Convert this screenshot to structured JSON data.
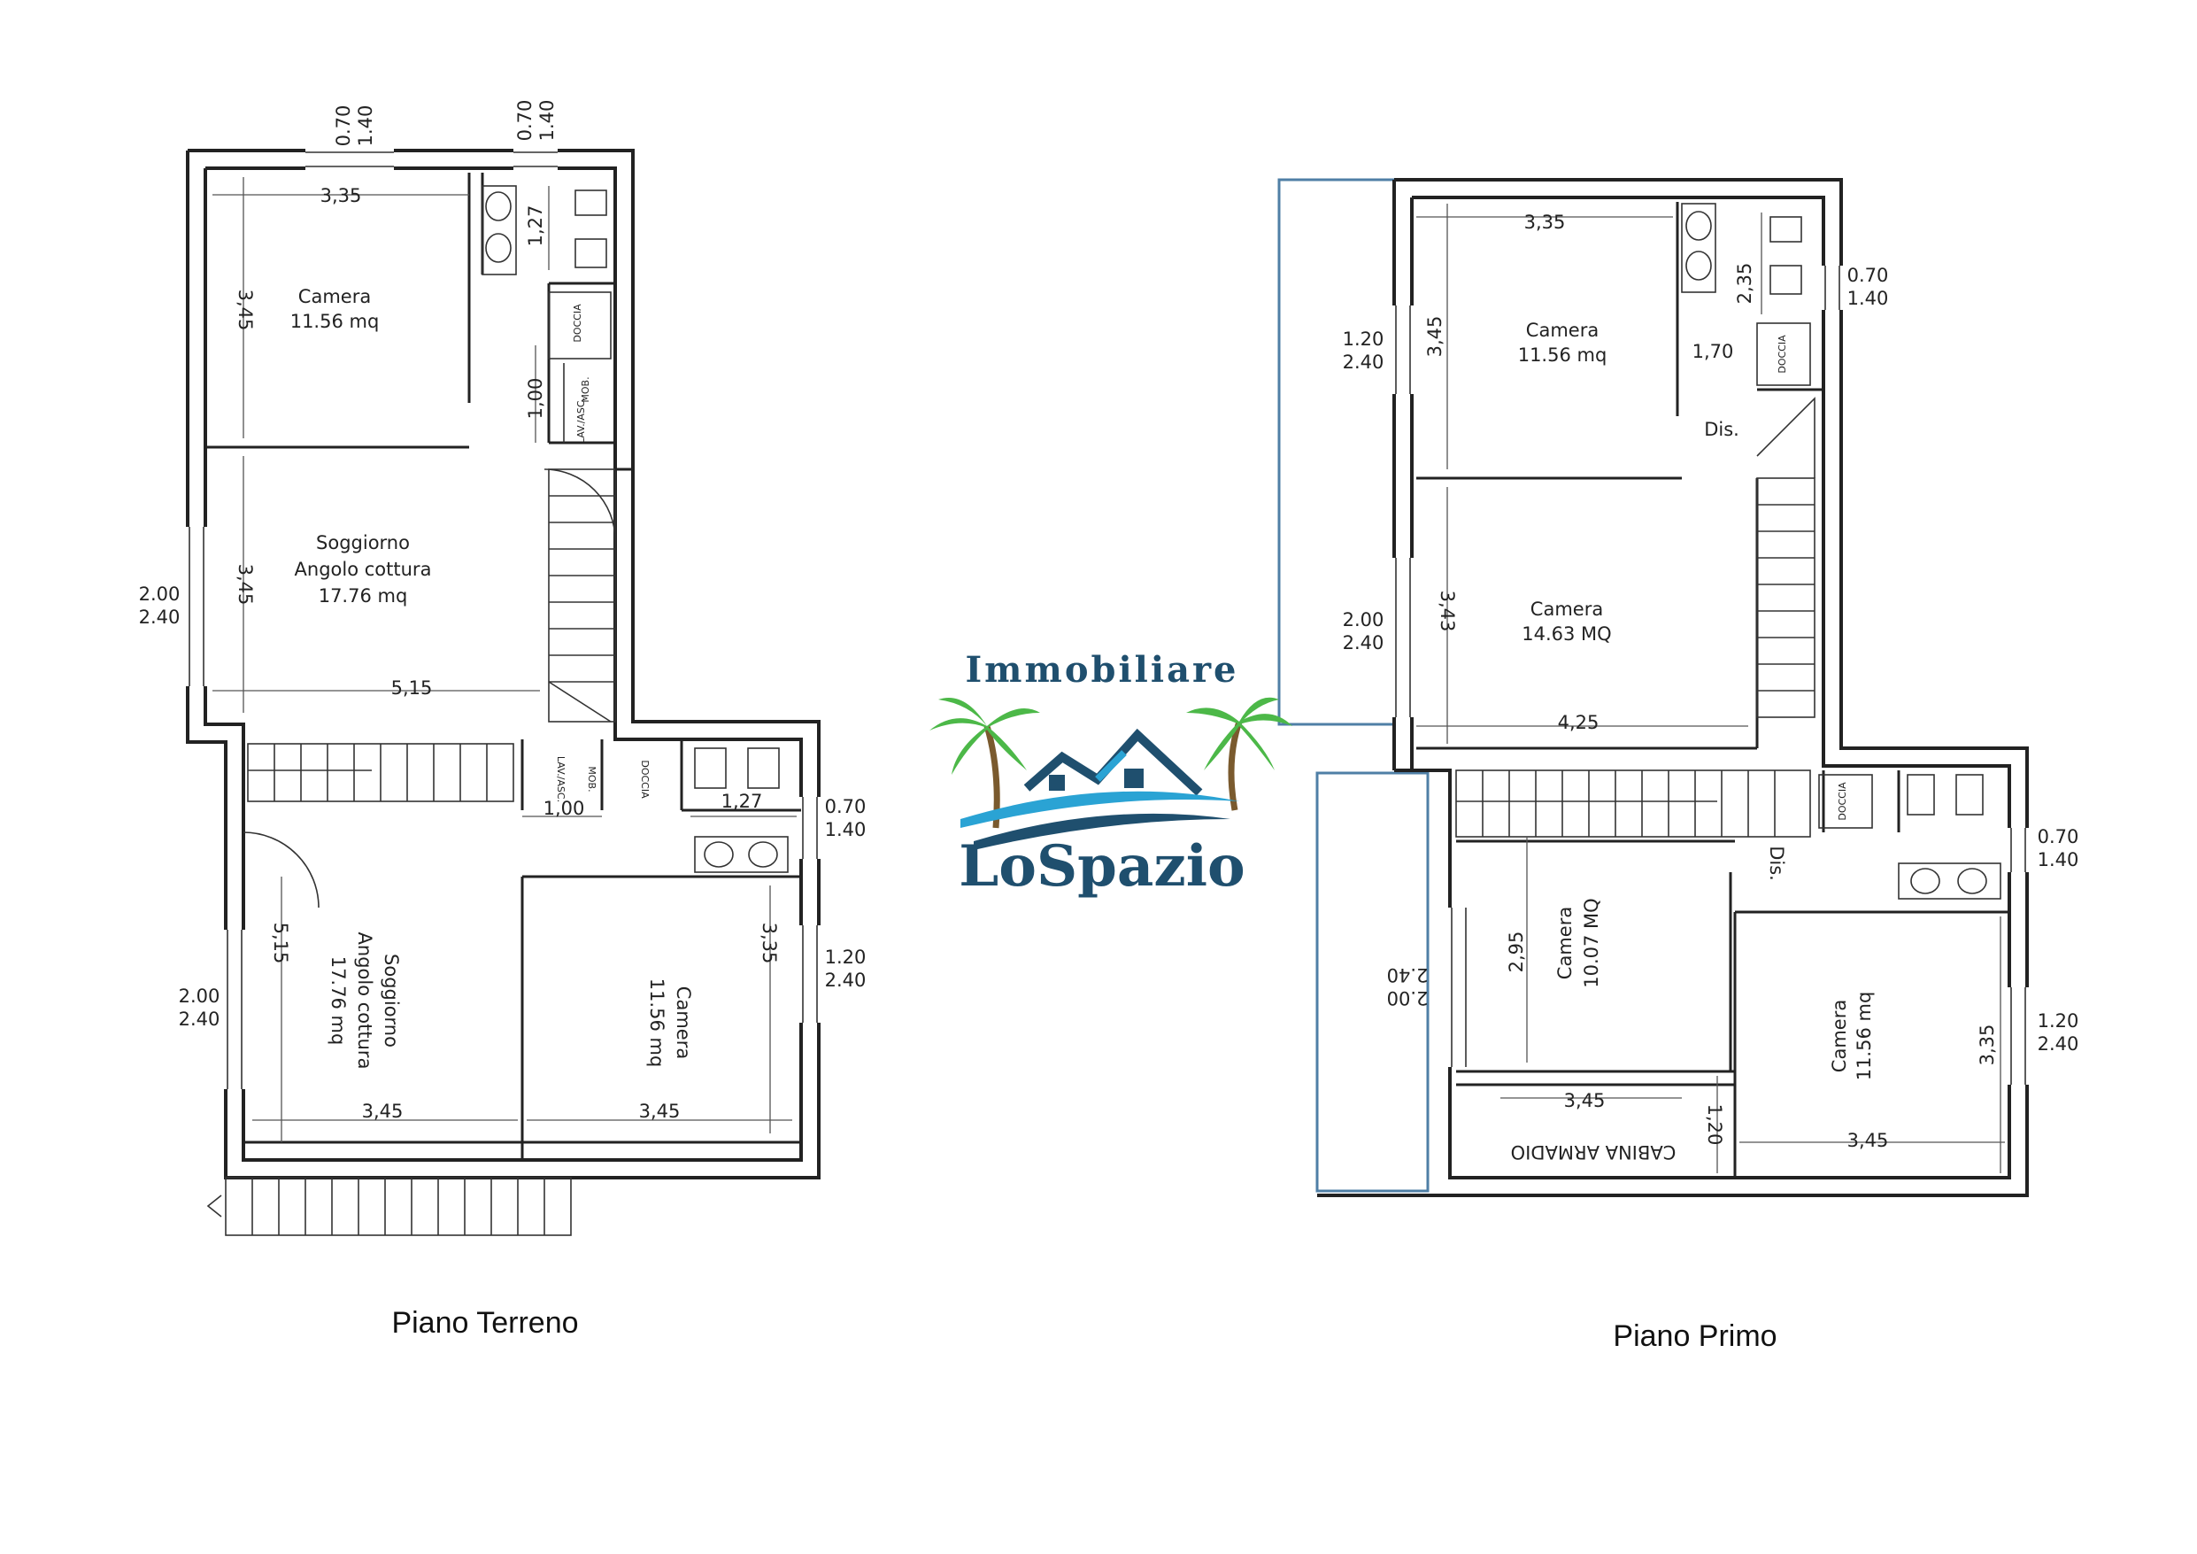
{
  "logo": {
    "line1": "Immobiliare",
    "line2": "LoSpazio",
    "colors": {
      "text": "#1f4f6e",
      "wave": "#2aa3d4",
      "palm": "#4cb848",
      "trunk": "#7a5a2e"
    }
  },
  "ground_floor": {
    "caption": "Piano Terreno",
    "rooms": {
      "r1_name": "Camera",
      "r1_area": "11.56 mq",
      "r2_name1": "Soggiorno",
      "r2_name2": "Angolo cottura",
      "r2_area": "17.76 mq",
      "r3_name1": "Soggiorno",
      "r3_name2": "Angolo cottura",
      "r3_area": "17.76 mq",
      "r4_name": "Camera",
      "r4_area": "11.56 mq",
      "doccia": "DOCCIA",
      "mob": "MOB.",
      "lav": "LAV./ASC."
    },
    "dims": {
      "a": "3,35",
      "b": "3,45",
      "c": "1,27",
      "d": "1,00",
      "e": "3,45",
      "f": "5,15",
      "g": "1,00",
      "h": "1,27",
      "i": "5,15",
      "j": "3,35",
      "k": "3,45",
      "l": "3,45"
    },
    "windows": {
      "w1a": "0.70",
      "w1b": "1.40",
      "w2a": "0.70",
      "w2b": "1.40",
      "w3a": "2.00",
      "w3b": "2.40",
      "w4a": "0.70",
      "w4b": "1.40",
      "w5a": "1.20",
      "w5b": "2.40",
      "w6a": "2.00",
      "w6b": "2.40"
    }
  },
  "first_floor": {
    "caption": "Piano Primo",
    "rooms": {
      "r1_name": "Camera",
      "r1_area": "11.56 mq",
      "r2_name": "Camera",
      "r2_area": "14.63 MQ",
      "r3_name": "Camera",
      "r3_area": "10.07 MQ",
      "r4_name": "Camera",
      "r4_area": "11.56 mq",
      "cabina": "CABINA ARMADIO",
      "dis1": "Dis.",
      "dis2": "Dis.",
      "doccia1": "DOCCIA",
      "doccia2": "DOCCIA"
    },
    "dims": {
      "a": "3,35",
      "b": "3,45",
      "c": "2,35",
      "d": "1,70",
      "e": "3,43",
      "f": "4,25",
      "g": "2,95",
      "h": "3,45",
      "i": "1,20",
      "j": "3,45",
      "k": "3,35"
    },
    "windows": {
      "w1a": "1.20",
      "w1b": "2.40",
      "w2a": "0.70",
      "w2b": "1.40",
      "w3a": "2.00",
      "w3b": "2.40",
      "w4a": "0.70",
      "w4b": "1.40",
      "w5a": "2.00",
      "w5b": "2.40",
      "w6a": "1.20",
      "w6b": "2.40"
    }
  }
}
